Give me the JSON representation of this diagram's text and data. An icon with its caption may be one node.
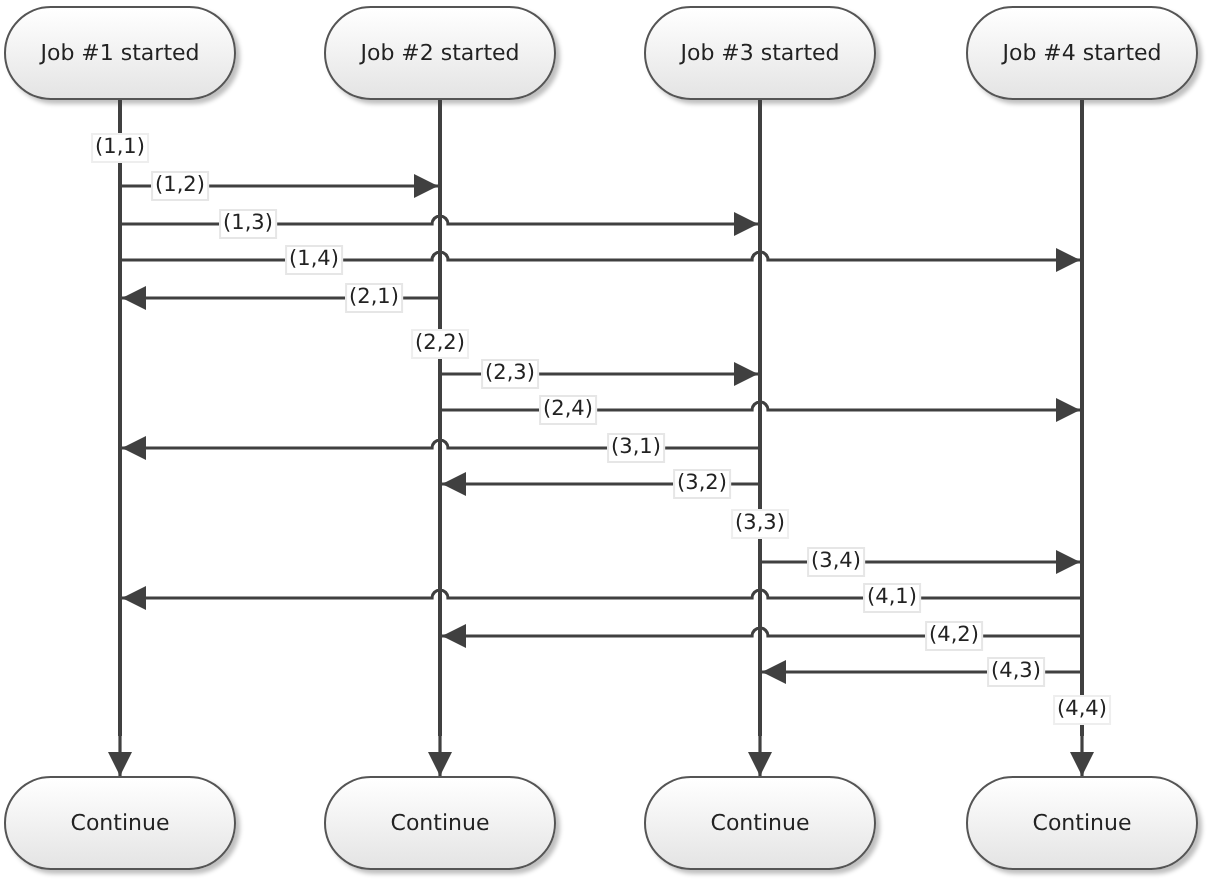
{
  "diagram": {
    "nodes": [
      {
        "text": [
          "Job #1 started"
        ]
      },
      {
        "text": [
          "Job #2 started"
        ]
      },
      {
        "text": [
          "Job #3 started"
        ]
      },
      {
        "text": [
          "Job #4 started"
        ]
      },
      {
        "text": [
          "Continue"
        ]
      },
      {
        "text": [
          "Continue"
        ]
      },
      {
        "text": [
          "Continue"
        ]
      },
      {
        "text": [
          "Continue"
        ]
      },
      {
        "text": [],
        "shape": "bar"
      },
      {
        "text": [],
        "shape": "bar"
      },
      {
        "text": [],
        "shape": "bar"
      },
      {
        "text": [],
        "shape": "bar"
      }
    ],
    "edges": [
      {
        "from": 8,
        "to": 9,
        "arrow": "to",
        "label": "(1,2)"
      },
      {
        "from": 8,
        "to": 10,
        "arrow": "to",
        "label": "(1,3)"
      },
      {
        "from": 8,
        "to": 11,
        "arrow": "to",
        "label": "(1,4)"
      },
      {
        "from": 9,
        "to": 8,
        "arrow": "to",
        "label": "(2,1)"
      },
      {
        "from": 9,
        "to": 10,
        "arrow": "to",
        "label": "(2,3)"
      },
      {
        "from": 9,
        "to": 11,
        "arrow": "to",
        "label": "(2,4)"
      },
      {
        "from": 10,
        "to": 8,
        "arrow": "to",
        "label": "(3,1)"
      },
      {
        "from": 10,
        "to": 9,
        "arrow": "to",
        "label": "(3,2)"
      },
      {
        "from": 10,
        "to": 11,
        "arrow": "to",
        "label": "(3,4)"
      },
      {
        "from": 11,
        "to": 8,
        "arrow": "to",
        "label": "(4,1)"
      },
      {
        "from": 11,
        "to": 9,
        "arrow": "to",
        "label": "(4,2)"
      },
      {
        "from": 11,
        "to": 10,
        "arrow": "to",
        "label": "(4,3)"
      },
      {
        "from": 8,
        "to": 4,
        "arrow": "to"
      },
      {
        "from": 9,
        "to": 5,
        "arrow": "to"
      },
      {
        "from": 10,
        "to": 6,
        "arrow": "to"
      },
      {
        "from": 11,
        "to": 7,
        "arrow": "to"
      }
    ],
    "labels": [
      "(1,1)",
      "(2,2)",
      "(3,3)",
      "(4,4)"
    ]
  }
}
